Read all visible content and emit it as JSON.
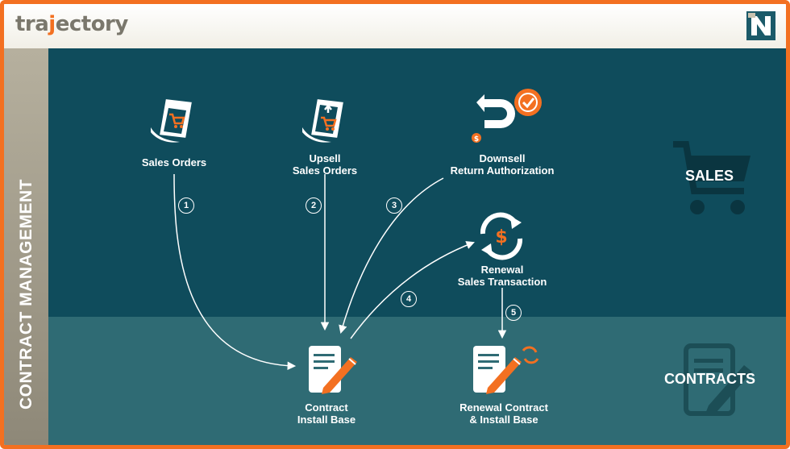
{
  "header": {
    "logo_prefix": "tra",
    "logo_accent": "j",
    "logo_suffix": "ectory"
  },
  "sidebar": {
    "label": "CONTRACT MANAGEMENT"
  },
  "bands": {
    "sales": "SALES",
    "contracts": "CONTRACTS"
  },
  "nodes": {
    "sales_orders": {
      "line1": "Sales Orders"
    },
    "upsell": {
      "line1": "Upsell",
      "line2": "Sales Orders"
    },
    "downsell": {
      "line1": "Downsell",
      "line2": "Return Authorization"
    },
    "renewal_tx": {
      "line1": "Renewal",
      "line2": "Sales Transaction"
    },
    "contract": {
      "line1": "Contract",
      "line2": "Install Base"
    },
    "renewal_contract": {
      "line1": "Renewal Contract",
      "line2": "& Install Base"
    }
  },
  "steps": [
    "1",
    "2",
    "3",
    "4",
    "5"
  ],
  "colors": {
    "accent": "#f37021",
    "sales_band": "#0f4c5c",
    "contracts_band": "#2f6b74",
    "sidebar": "#a39d8c"
  }
}
